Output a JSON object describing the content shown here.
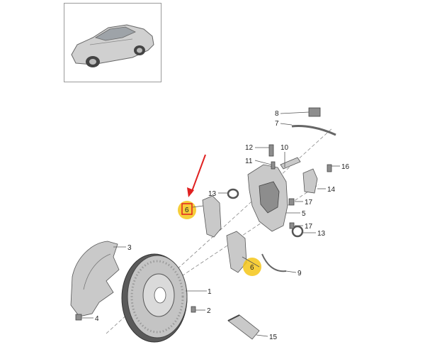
{
  "thumbnail": {
    "icon": "car-icon"
  },
  "colors": {
    "highlight": "#f5c518",
    "arrow": "#e02020",
    "part": "#c9c9c9",
    "line": "#555555"
  },
  "callouts": {
    "c1": "1",
    "c2": "2",
    "c3": "3",
    "c4": "4",
    "c5": "5",
    "c6a": "6",
    "c6b": "6",
    "c7": "7",
    "c8": "8",
    "c9": "9",
    "c10": "10",
    "c11": "11",
    "c12": "12",
    "c13a": "13",
    "c13b": "13",
    "c14": "14",
    "c15": "15",
    "c16": "16",
    "c17a": "17",
    "c17b": "17"
  }
}
